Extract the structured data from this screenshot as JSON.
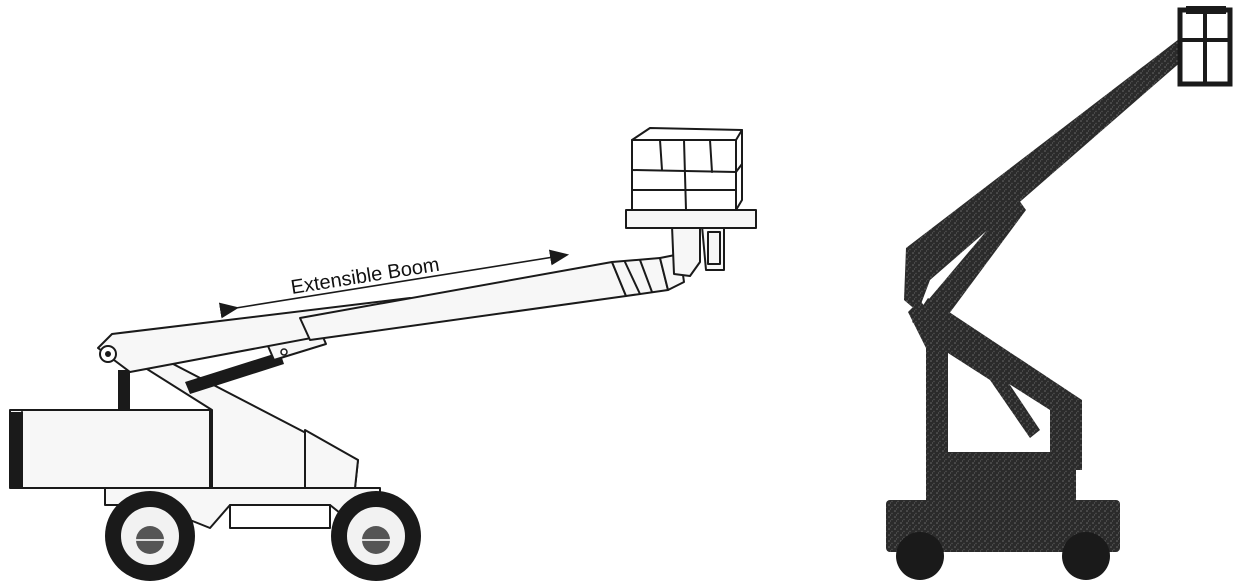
{
  "diagram": {
    "boom_label": "Extensible Boom"
  },
  "colors": {
    "line": "#1a1a1a",
    "dark_fill": "#2b2b2b",
    "paper": "#ffffff"
  },
  "icons": {
    "left_machine": "telescopic-boom-lift",
    "right_machine": "articulating-boom-lift",
    "dimension_arrow": "double-headed-arrow"
  }
}
